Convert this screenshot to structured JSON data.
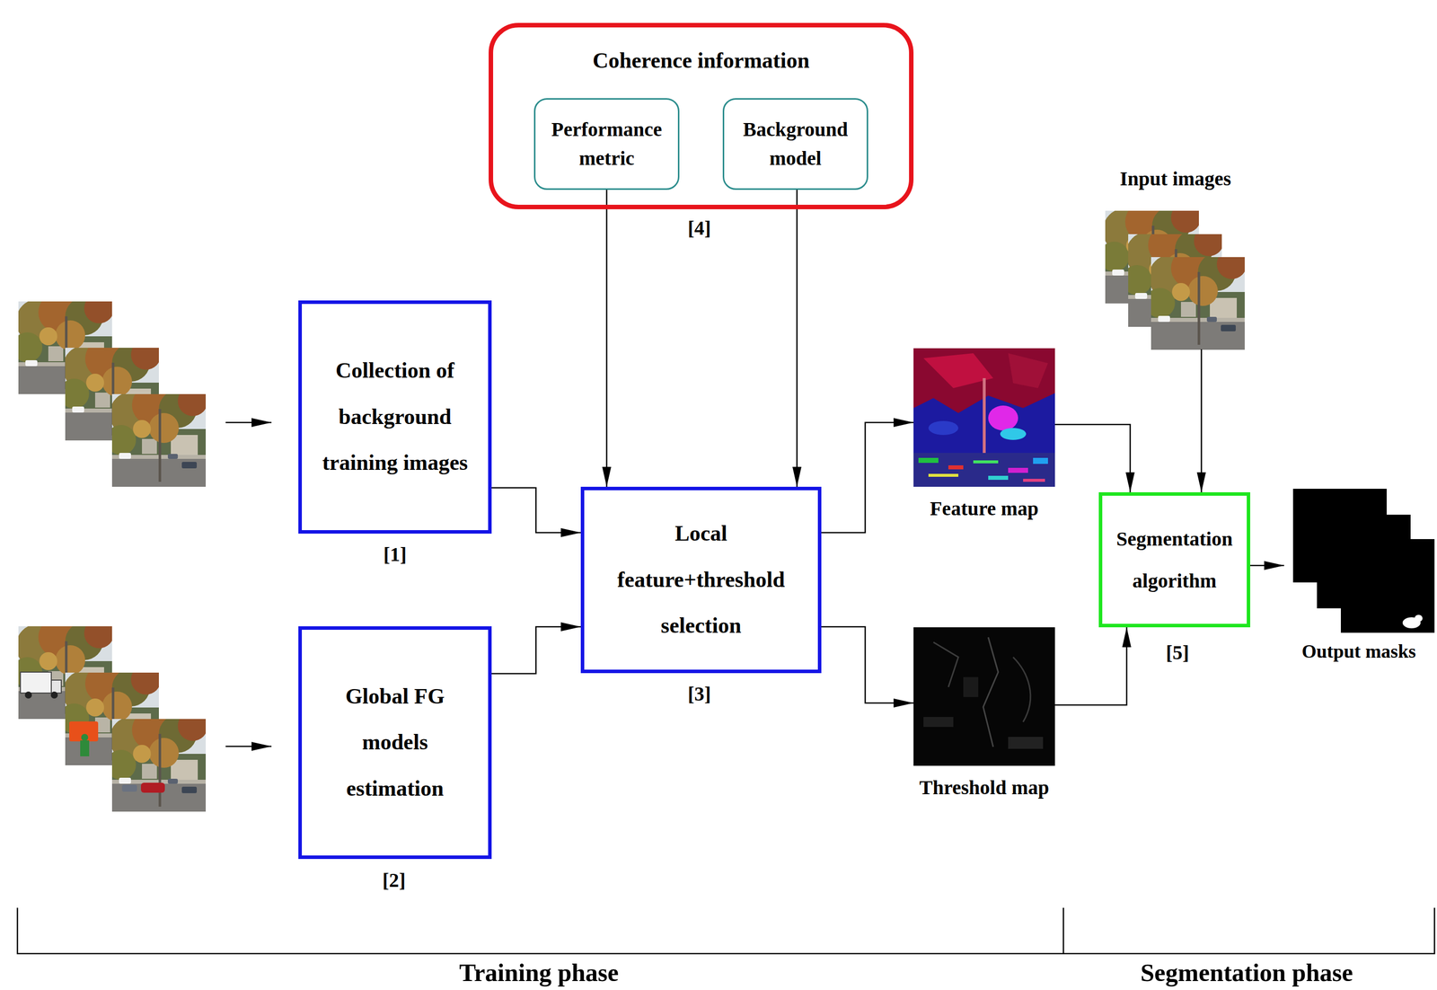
{
  "diagram": {
    "nodes": [
      {
        "text": [
          "Coherence information"
        ]
      },
      {
        "text": [
          "Performance metric"
        ],
        "in": 0
      },
      {
        "text": [
          "Background model"
        ],
        "in": 0
      },
      {
        "text": [
          "Collection of background training images"
        ]
      },
      {
        "text": [
          "Global FG models estimation"
        ]
      },
      {
        "text": [
          "Local feature+threshold selection"
        ]
      },
      {
        "text": [
          "Feature map"
        ]
      },
      {
        "text": [
          "Threshold map"
        ]
      },
      {
        "text": [
          "Input images"
        ]
      },
      {
        "text": [
          "Segmentation algorithm"
        ]
      },
      {
        "text": [
          "Output masks"
        ]
      }
    ],
    "edges": [
      {
        "from": 1,
        "to": 5,
        "arrow": "to"
      },
      {
        "from": 2,
        "to": 5,
        "arrow": "to"
      },
      {
        "from": 3,
        "to": 5,
        "arrow": "to"
      },
      {
        "from": 4,
        "to": 5,
        "arrow": "to"
      },
      {
        "from": 5,
        "to": 6,
        "arrow": "to"
      },
      {
        "from": 5,
        "to": 7,
        "arrow": "to"
      },
      {
        "from": 6,
        "to": 9,
        "arrow": "to"
      },
      {
        "from": 7,
        "to": 9,
        "arrow": "to"
      },
      {
        "from": 8,
        "to": 9,
        "arrow": "to"
      },
      {
        "from": 9,
        "to": 10,
        "arrow": "to"
      }
    ],
    "labels": [
      "[4]",
      "[1]",
      "[2]",
      "[3]",
      "[5]",
      "Training phase",
      "Segmentation phase"
    ]
  }
}
